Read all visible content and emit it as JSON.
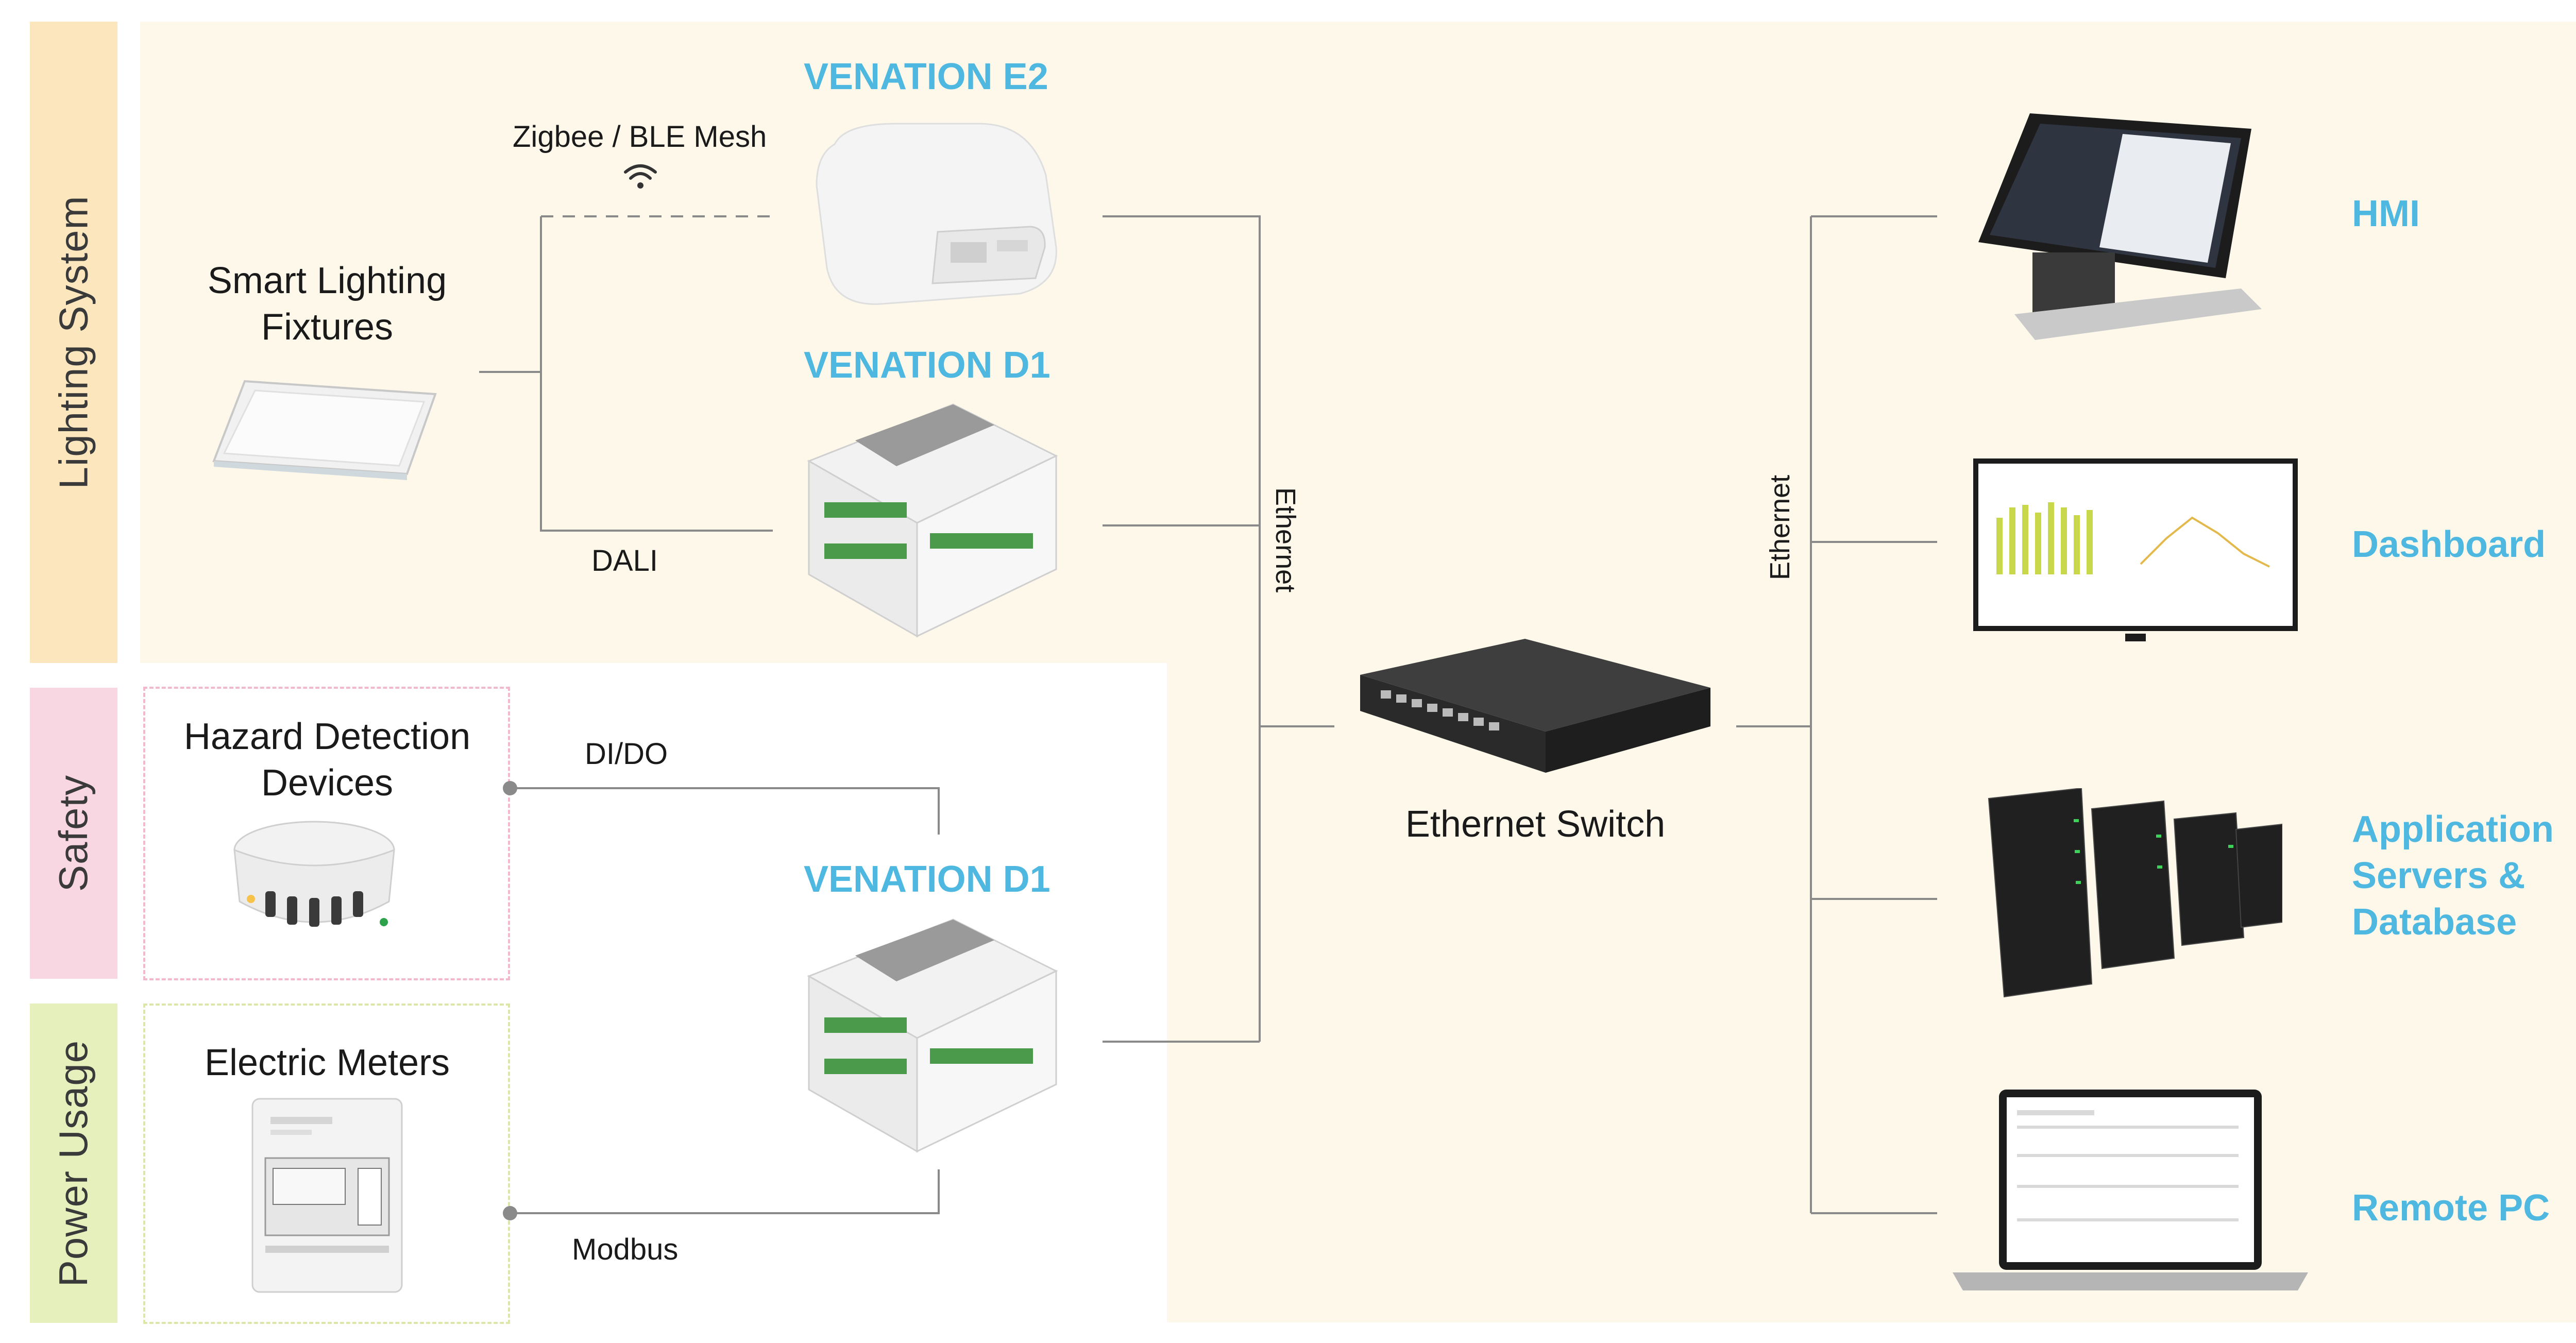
{
  "categories": {
    "lighting": "Lighting System",
    "safety": "Safety",
    "power": "Power Usage"
  },
  "colors": {
    "lighting_tab": "#fbe6be",
    "lighting_bg": "#fdf8ea",
    "safety_tab": "#f8d6e2",
    "power_tab": "#e6f0bd",
    "accent_blue": "#4fb8e0",
    "line": "#8a8a8a"
  },
  "sources": {
    "lighting": "Smart Lighting\nFixtures",
    "hazard": "Hazard Detection\nDevices",
    "meters": "Electric Meters"
  },
  "gateways": {
    "e2": "VENATION E2",
    "d1_top": "VENATION D1",
    "d1_bottom": "VENATION D1"
  },
  "protocols": {
    "zigbee": "Zigbee / BLE Mesh",
    "dali": "DALI",
    "dido": "DI/DO",
    "modbus": "Modbus",
    "ethernet_left": "Ethernet",
    "ethernet_right": "Ethernet"
  },
  "switch": {
    "label": "Ethernet Switch"
  },
  "outputs": {
    "hmi": "HMI",
    "dashboard": "Dashboard",
    "servers": "Application\nServers &\nDatabase",
    "remote_pc": "Remote PC"
  },
  "icons": {
    "wifi": "wifi-icon",
    "light_panel": "light-panel-icon",
    "smoke_detector": "smoke-detector-icon",
    "electric_meter": "electric-meter-icon",
    "gateway_e2": "wireless-gateway-icon",
    "gateway_d1": "din-rail-controller-icon",
    "switch": "network-switch-icon",
    "hmi": "touch-panel-icon",
    "dashboard": "monitor-icon",
    "servers": "server-rack-icon",
    "laptop": "laptop-icon"
  }
}
